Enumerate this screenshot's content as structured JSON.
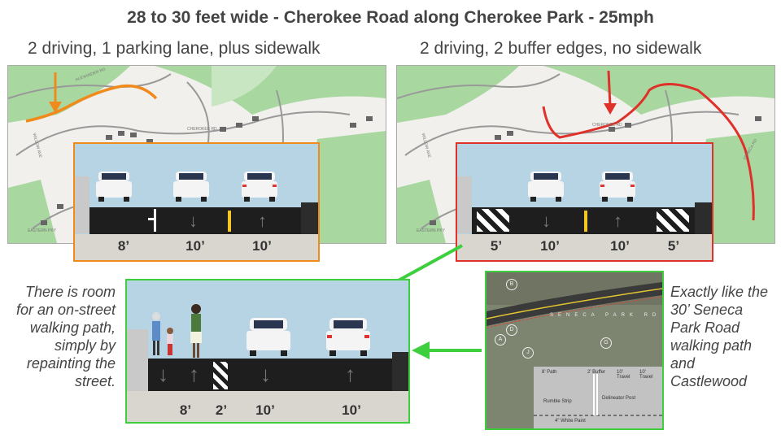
{
  "title": "28 to 30 feet wide - Cherokee Road along Cherokee Park - 25mph",
  "left_panel": {
    "heading": "2 driving, 1 parking lane, plus sidewalk",
    "map_labels": [
      "ALEXANDER RD",
      "CHEROKEE RD",
      "WILLOW AVE",
      "EASTERN PKY"
    ],
    "widths": [
      "8’",
      "10’",
      "10’"
    ],
    "route_color": "#f08a1c"
  },
  "right_panel": {
    "heading": "2 driving, 2 buffer edges, no sidewalk",
    "map_labels": [
      "CHEROKEE RD",
      "WILLOW AVE",
      "EASTERN PKY",
      "SENECA RD"
    ],
    "widths": [
      "5’",
      "10’",
      "10’",
      "5’"
    ],
    "route_color": "#e0302a"
  },
  "bottom_panel": {
    "widths": [
      "8’",
      "2’",
      "10’",
      "10’"
    ],
    "border_color": "#3dcf3d"
  },
  "left_note": "There is room for an on-street walking path, simply by repainting the street.",
  "right_note": "Exactly like the 30’ Seneca Park Road walking path and Castlewood",
  "photo": {
    "road_label": "SENECA PARK RD",
    "markers": [
      "B",
      "D",
      "A",
      "J",
      "G"
    ],
    "diagram": {
      "path": "8' Path",
      "buffer": "2' Buffer",
      "travel1": "10' Travel",
      "travel2": "10' Travel",
      "rumble": "Rumble Strip",
      "delineator": "Delineator Post",
      "white_paint": "4\" White Paint"
    }
  }
}
